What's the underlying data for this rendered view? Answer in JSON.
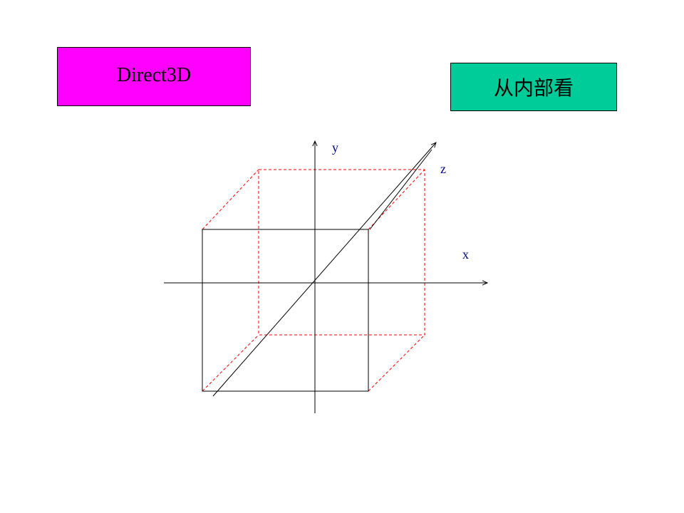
{
  "header": {
    "left_box": {
      "label": "Direct3D",
      "color": "#FF00FF"
    },
    "right_box": {
      "label": "从内部看",
      "color": "#00CC99"
    }
  },
  "diagram": {
    "axes": {
      "x_label": "x",
      "y_label": "y",
      "z_label": "z",
      "line_color": "#000000",
      "label_color": "#000080"
    },
    "front_face_color": "#000000",
    "back_face_color": "#FF0000"
  }
}
